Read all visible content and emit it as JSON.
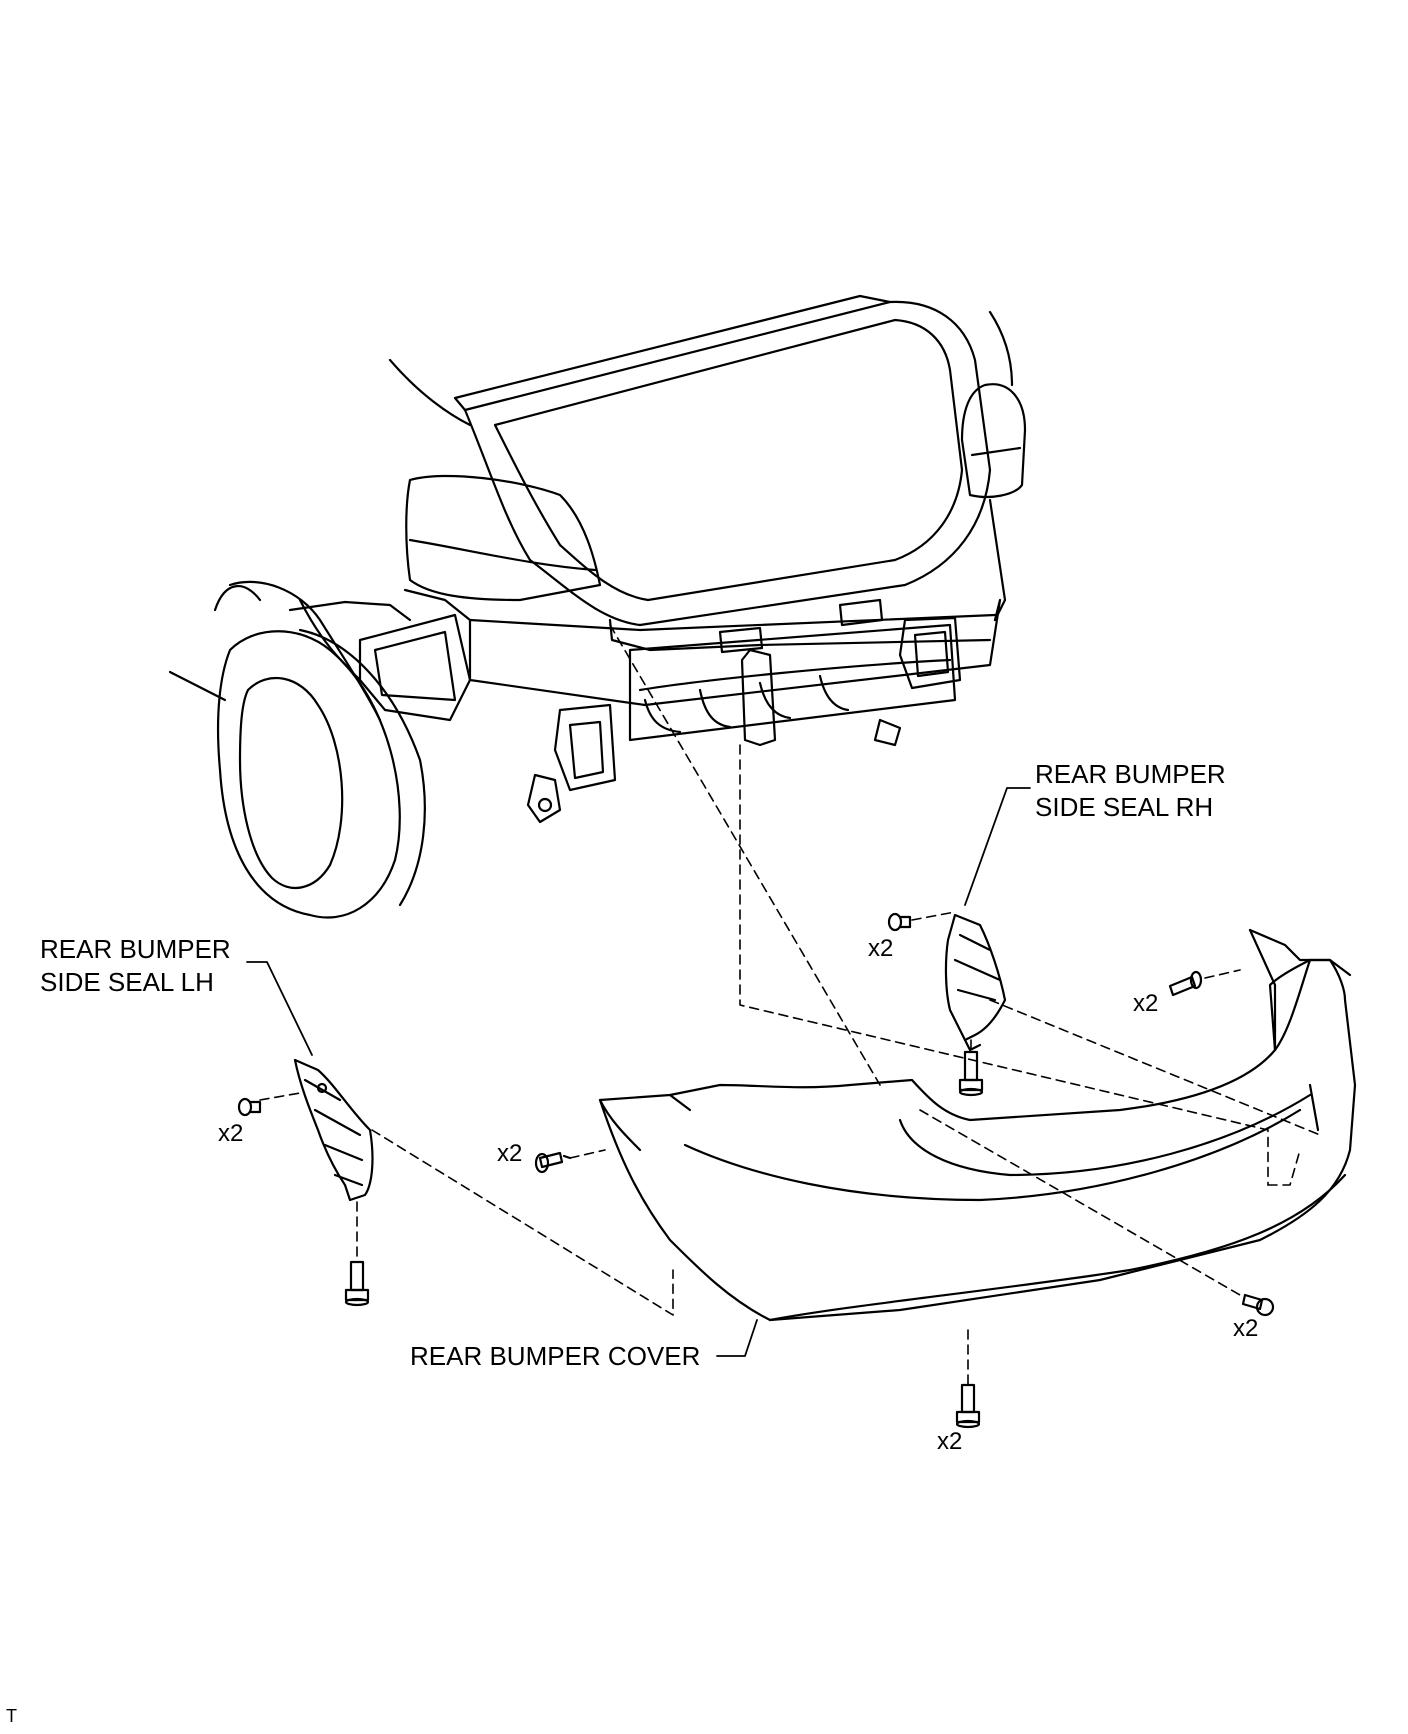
{
  "labels": {
    "seal_rh": {
      "line1": "REAR BUMPER",
      "line2": "SIDE SEAL RH"
    },
    "seal_lh": {
      "line1": "REAR BUMPER",
      "line2": "SIDE SEAL LH"
    },
    "cover": "REAR BUMPER COVER"
  },
  "quantities": {
    "rh_clip": "x2",
    "rh_screw": "x2",
    "lh_clip": "x2",
    "cover_left_screw": "x2",
    "cover_right_screw": "x2",
    "cover_bottom_screw": "x2"
  },
  "corner_mark": "T",
  "colors": {
    "line": "#000000",
    "background": "#ffffff"
  }
}
